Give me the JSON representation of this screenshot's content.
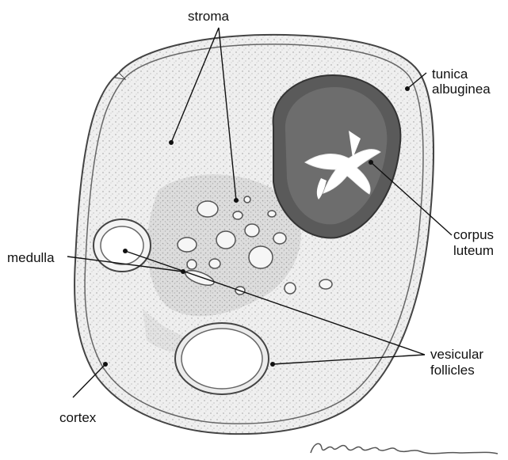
{
  "labels": {
    "stroma": "stroma",
    "tunica_albuginea": [
      "tunica",
      "albuginea"
    ],
    "corpus_luteum": [
      "corpus",
      "luteum"
    ],
    "medulla": "medulla",
    "vesicular_follicles": [
      "vesicular",
      "follicles"
    ],
    "cortex": "cortex"
  },
  "colors": {
    "ink": "#111111",
    "outline": "#555555",
    "stroma_fill": "#ececec",
    "corpus_dark": "#4a4a4a",
    "follicle_fill": "#f7f7f7"
  }
}
